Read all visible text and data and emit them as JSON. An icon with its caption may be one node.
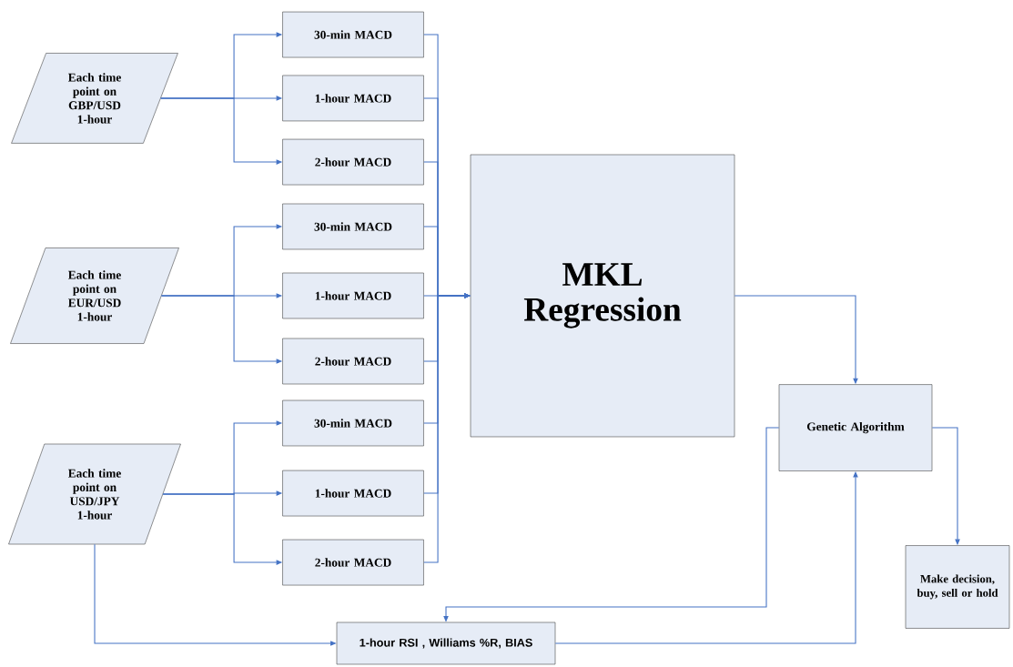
{
  "diagram": {
    "nodes": [
      {
        "text": [
          "Each time point on GBP/USD 1-hour"
        ]
      },
      {
        "text": [
          "Each time point on EUR/USD 1-hour"
        ]
      },
      {
        "text": [
          "Each time point on USD/JPY 1-hour"
        ]
      },
      {
        "text": [
          "30-min MACD"
        ]
      },
      {
        "text": [
          "1-hour MACD"
        ]
      },
      {
        "text": [
          "2-hour  MACD"
        ]
      },
      {
        "text": [
          "30-min MACD"
        ]
      },
      {
        "text": [
          "1-hour MACD"
        ]
      },
      {
        "text": [
          "2-hour  MACD"
        ]
      },
      {
        "text": [
          "30-min MACD"
        ]
      },
      {
        "text": [
          "1-hour MACD"
        ]
      },
      {
        "text": [
          "2-hour  MACD"
        ]
      },
      {
        "text": [
          "MKL Regression"
        ]
      },
      {
        "text": [
          "Genetic Algorithm"
        ]
      },
      {
        "text": [
          "Make decision, buy, sell or hold"
        ]
      },
      {
        "text": [
          "1-hour RSI , Williams %R, BIAS"
        ]
      }
    ],
    "edges": [
      {
        "from": 0,
        "to": 3,
        "arrow": "to"
      },
      {
        "from": 0,
        "to": 4,
        "arrow": "to"
      },
      {
        "from": 0,
        "to": 5,
        "arrow": "to"
      },
      {
        "from": 1,
        "to": 6,
        "arrow": "to"
      },
      {
        "from": 1,
        "to": 7,
        "arrow": "to"
      },
      {
        "from": 1,
        "to": 8,
        "arrow": "to"
      },
      {
        "from": 2,
        "to": 9,
        "arrow": "to"
      },
      {
        "from": 2,
        "to": 10,
        "arrow": "to"
      },
      {
        "from": 2,
        "to": 11,
        "arrow": "to"
      },
      {
        "from": 3,
        "to": 12,
        "arrow": "to"
      },
      {
        "from": 4,
        "to": 12,
        "arrow": "to"
      },
      {
        "from": 5,
        "to": 12,
        "arrow": "to"
      },
      {
        "from": 6,
        "to": 12,
        "arrow": "to"
      },
      {
        "from": 7,
        "to": 12,
        "arrow": "to"
      },
      {
        "from": 8,
        "to": 12,
        "arrow": "to"
      },
      {
        "from": 9,
        "to": 12,
        "arrow": "to"
      },
      {
        "from": 10,
        "to": 12,
        "arrow": "to"
      },
      {
        "from": 11,
        "to": 12,
        "arrow": "to"
      },
      {
        "from": 12,
        "to": 13,
        "arrow": "to"
      },
      {
        "from": 13,
        "to": 14,
        "arrow": "to"
      },
      {
        "from": 13,
        "to": 15,
        "arrow": "to"
      },
      {
        "from": 15,
        "to": 13,
        "arrow": "to"
      },
      {
        "from": 2,
        "to": 15,
        "arrow": "to"
      }
    ]
  }
}
